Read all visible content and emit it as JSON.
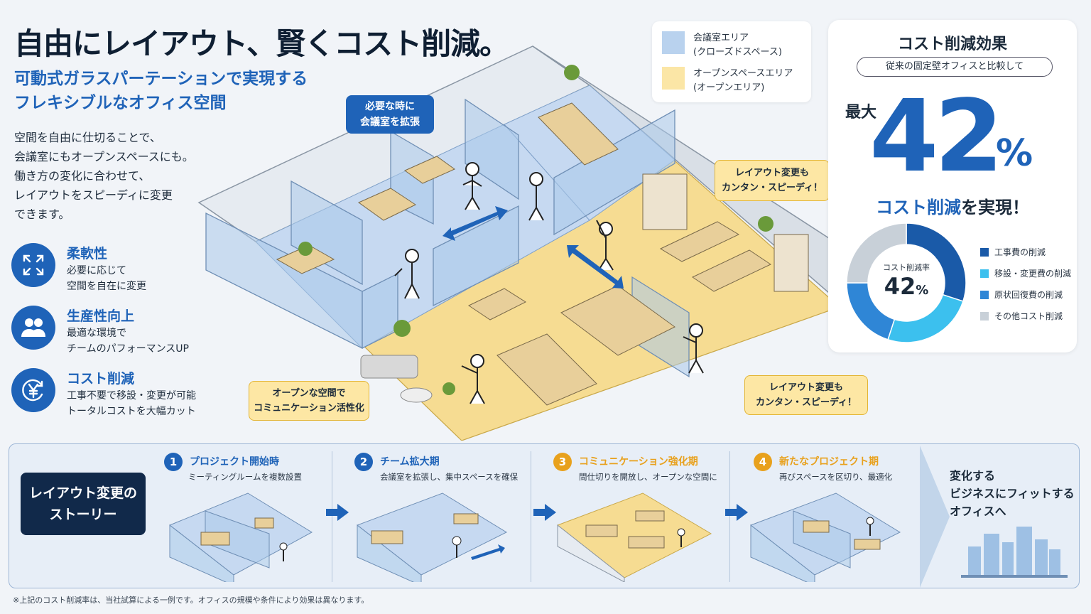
{
  "header": {
    "title": "自由にレイアウト、賢くコスト削減。",
    "subtitle_line1": "可動式ガラスパーテーションで実現する",
    "subtitle_line2": "フレキシブルなオフィス空間"
  },
  "description": {
    "lines": [
      "空間を自由に仕切ることで、",
      "会議室にもオープンスペースにも。",
      "働き方の変化に合わせて、",
      "レイアウトをスピーディに変更",
      "できます。"
    ]
  },
  "features": [
    {
      "icon": "expand-arrows-icon",
      "title": "柔軟性",
      "lines": [
        "必要に応じて",
        "空間を自在に変更"
      ]
    },
    {
      "icon": "people-icon",
      "title": "生産性向上",
      "lines": [
        "最適な環境で",
        "チームのパフォーマンスUP"
      ]
    },
    {
      "icon": "yen-coin-icon",
      "title": "コスト削減",
      "lines": [
        "工事不要で移設・変更が可能",
        "トータルコストを大幅カット"
      ]
    }
  ],
  "legend": [
    {
      "color": "#b9d2ee",
      "lines": [
        "会議室エリア",
        "(クローズドスペース)"
      ]
    },
    {
      "color": "#fbe6a6",
      "lines": [
        "オープンスペースエリア",
        "(オープンエリア)"
      ]
    }
  ],
  "callouts": {
    "expand_meeting": [
      "必要な時に",
      "会議室を拡張"
    ],
    "layout_top": [
      "レイアウト変更も",
      "カンタン・スピーディ！"
    ],
    "layout_bottom": [
      "レイアウト変更も",
      "カンタン・スピーディ！"
    ],
    "open_comm": [
      "オープンな空間で",
      "コミュニケーション活性化"
    ]
  },
  "cost": {
    "title": "コスト削減効果",
    "comparison": "従来の固定壁オフィスと比較して",
    "max_label": "最大",
    "number": "42",
    "percent_sign": "%",
    "realize_main": "コスト削減",
    "realize_suffix": "を実現！",
    "donut_label": "コスト削減率",
    "donut_value": "42",
    "donut_pct": "%"
  },
  "chart_data": {
    "type": "pie",
    "donut": true,
    "values": [
      30,
      25,
      20,
      25
    ],
    "series_labels": [
      "工事費の削減",
      "移設・変更費の削減",
      "原状回復費の削減",
      "その他コスト削減"
    ],
    "colors": [
      "#1a5aa8",
      "#3cc0ee",
      "#2f86d6",
      "#c8d0d8"
    ],
    "legend_position": "right"
  },
  "story": {
    "label_line1": "レイアウト変更の",
    "label_line2": "ストーリー",
    "steps": [
      {
        "num": "1",
        "title": "プロジェクト開始時",
        "desc": "ミーティングルームを複数設置",
        "color": "#1f63b8"
      },
      {
        "num": "2",
        "title": "チーム拡大期",
        "desc": "会議室を拡張し、集中スペースを確保",
        "color": "#1f63b8"
      },
      {
        "num": "3",
        "title": "コミュニケーション強化期",
        "desc": "間仕切りを開放し、オープンな空間に",
        "color": "#e8a11d"
      },
      {
        "num": "4",
        "title": "新たなプロジェクト期",
        "desc": "再びスペースを区切り、最適化",
        "color": "#e8a11d"
      }
    ],
    "final_lines": [
      "変化する",
      "ビジネスにフィットする",
      "オフィスへ"
    ]
  },
  "footnote": "※上記のコスト削減率は、当社試算による一例です。オフィスの規模や条件により効果は異なります。"
}
